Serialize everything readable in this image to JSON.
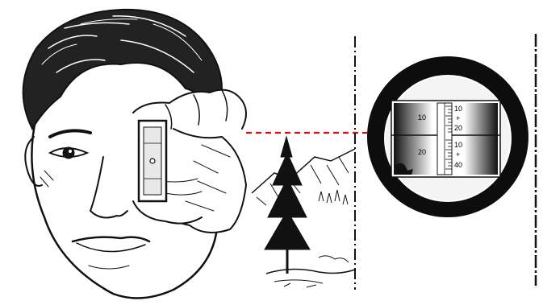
{
  "illustration": {
    "scale_upper": {
      "left_label": "10",
      "right_top": "10",
      "right_mid": "20"
    },
    "scale_lower": {
      "left_label": "20",
      "right_top": "10",
      "right_bottom": "40"
    },
    "sight_line_color": "#cc1111",
    "ink_color": "#111111",
    "paper_color": "#ffffff",
    "icons": [
      "face-drawing",
      "hand-holding-instrument",
      "clinometer-instrument",
      "tree-landscape-vignette",
      "magnified-eyepiece-view"
    ]
  }
}
